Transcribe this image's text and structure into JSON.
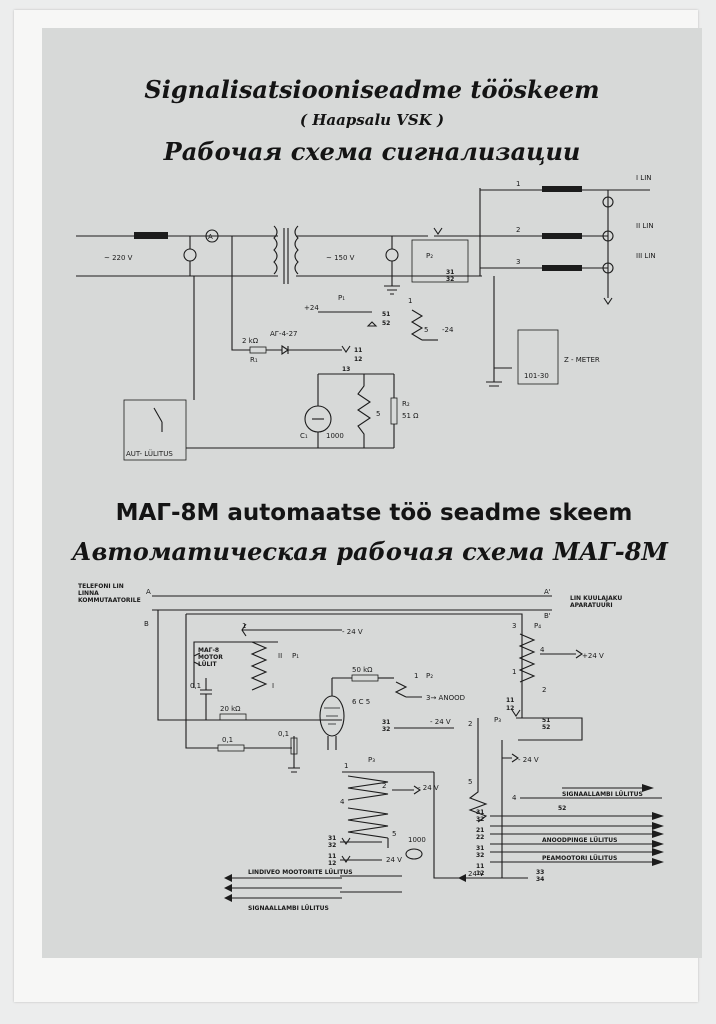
{
  "titles": {
    "top_title_et": "Signalisatsiooniseadme tööskeem",
    "top_subtitle_et": "( Haapsalu VSK )",
    "top_title_ru": "Рабочая схема сигнализации",
    "bottom_title_et": "MAГ-8M automaatse töö seadme skeem",
    "bottom_title_ru": "Автоматическая рабочая схема MAГ-8M"
  },
  "top_diagram": {
    "v220": "~ 220 V",
    "v150": "~ 150 V",
    "amp": "A",
    "p2": "P₂",
    "p1": "P₁",
    "plus24": "+24",
    "minus24": "-24",
    "c51": "51",
    "c52": "52",
    "c31": "31",
    "c32": "32",
    "n1": "1",
    "n2": "2",
    "n3": "3",
    "n5": "5",
    "n11": "11",
    "n12": "12",
    "n13": "13",
    "line1": "I LIN",
    "line2": "II LIN",
    "line3": "III LIN",
    "ag": "AГ-4-27",
    "r1_val": "2 kΩ",
    "r1": "R₁",
    "r2": "R₂",
    "r2_val": "51 Ω",
    "c1": "C₁",
    "v1000": "1000",
    "meter_box": "101-30",
    "meter_label": "Z - METER",
    "switch_label": "AUT- LÜLITUS"
  },
  "bottom_diagram": {
    "left_head_1": "TELEFONI LIN",
    "left_head_2": "LINNA",
    "left_head_3": "KOMMUTAATORILE",
    "a": "A",
    "b": "B",
    "a_prime": "A'",
    "b_prime": "B'",
    "right_head_1": "LIN KUULAJAKU",
    "right_head_2": "APARATUURI",
    "minus24": "- 24 V",
    "plus24": "+24 V",
    "pb_tag": "P₄",
    "p1_tag": "P₁",
    "p2_tag": "P₂",
    "p3_tag": "P₃",
    "mag_1": "MAГ-8",
    "mag_2": "MOTOR",
    "mag_3": "LÜLIT",
    "ii": "II",
    "i": "I",
    "r50": "50 kΩ",
    "r20": "20 kΩ",
    "c01": "0,1",
    "tube": "6 C 5",
    "anood": "3→ ANOOD",
    "k01": "0,1",
    "n1": "1",
    "n2": "2",
    "n3": "3",
    "n4": "4",
    "n5": "5",
    "n11": "11",
    "n12": "12",
    "n21": "21",
    "n22": "22",
    "n31": "31",
    "n32": "32",
    "n33": "33",
    "n34": "34",
    "n51": "51",
    "n52": "52",
    "v1000": "1000",
    "v24": "24 V",
    "signal_lamp": "SIGNAALLAMBI LÜLITUS",
    "anood_lul": "ANOODPINGE LÜLITUS",
    "pea_lul": "PEAMOOTORI LÜLITUS",
    "lindi_lul": "LINDIVEO MOOTORITE LÜLITUS",
    "signal_lamp2": "SIGNAALLAMBI LÜLITUS"
  }
}
